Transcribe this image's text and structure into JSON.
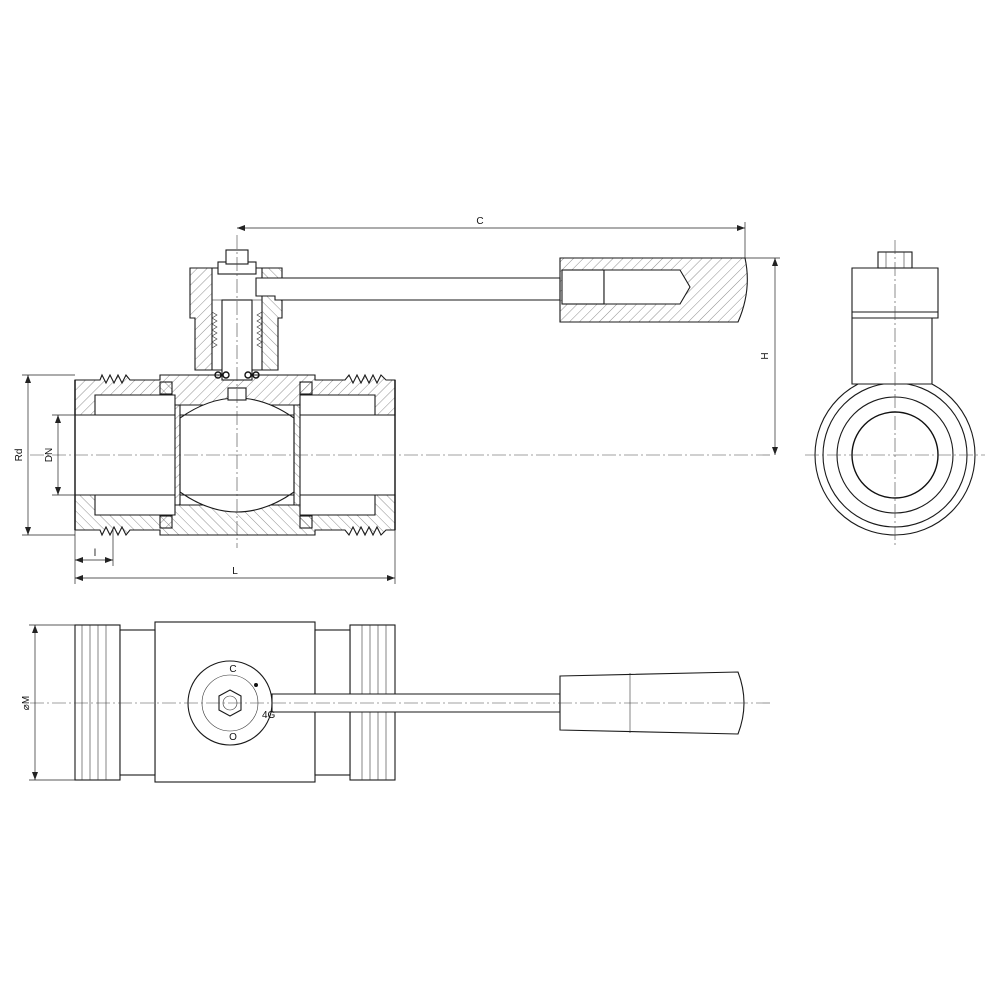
{
  "labels": {
    "C": "C",
    "H": "H",
    "Rd": "Rd",
    "DN": "DN",
    "l": "l",
    "L": "L",
    "M": "⌀M"
  },
  "handle_mark": {
    "c": "C",
    "o": "O"
  },
  "logo_text": "4G",
  "colors": {
    "line": "#1a1a1a",
    "background": "#ffffff"
  }
}
